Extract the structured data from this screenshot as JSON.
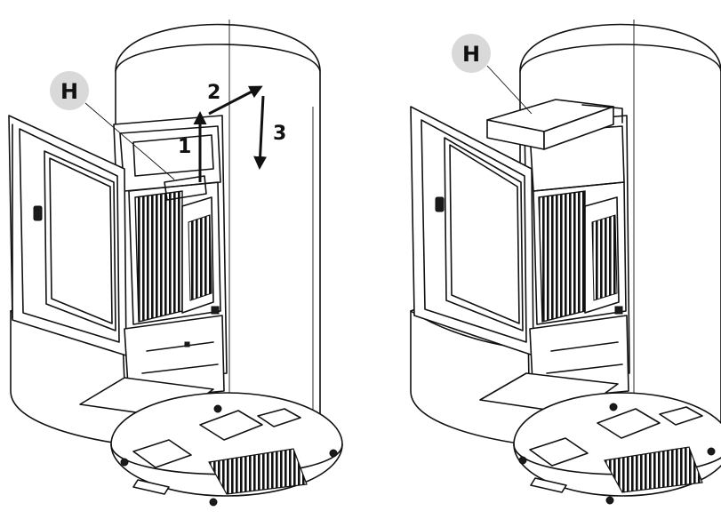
{
  "figures": [
    {
      "label": "H",
      "steps": [
        "1",
        "2",
        "3"
      ]
    },
    {
      "label": "H"
    }
  ],
  "colors": {
    "line": "#111111",
    "badge": "#d9d9d9",
    "background": "#ffffff"
  }
}
